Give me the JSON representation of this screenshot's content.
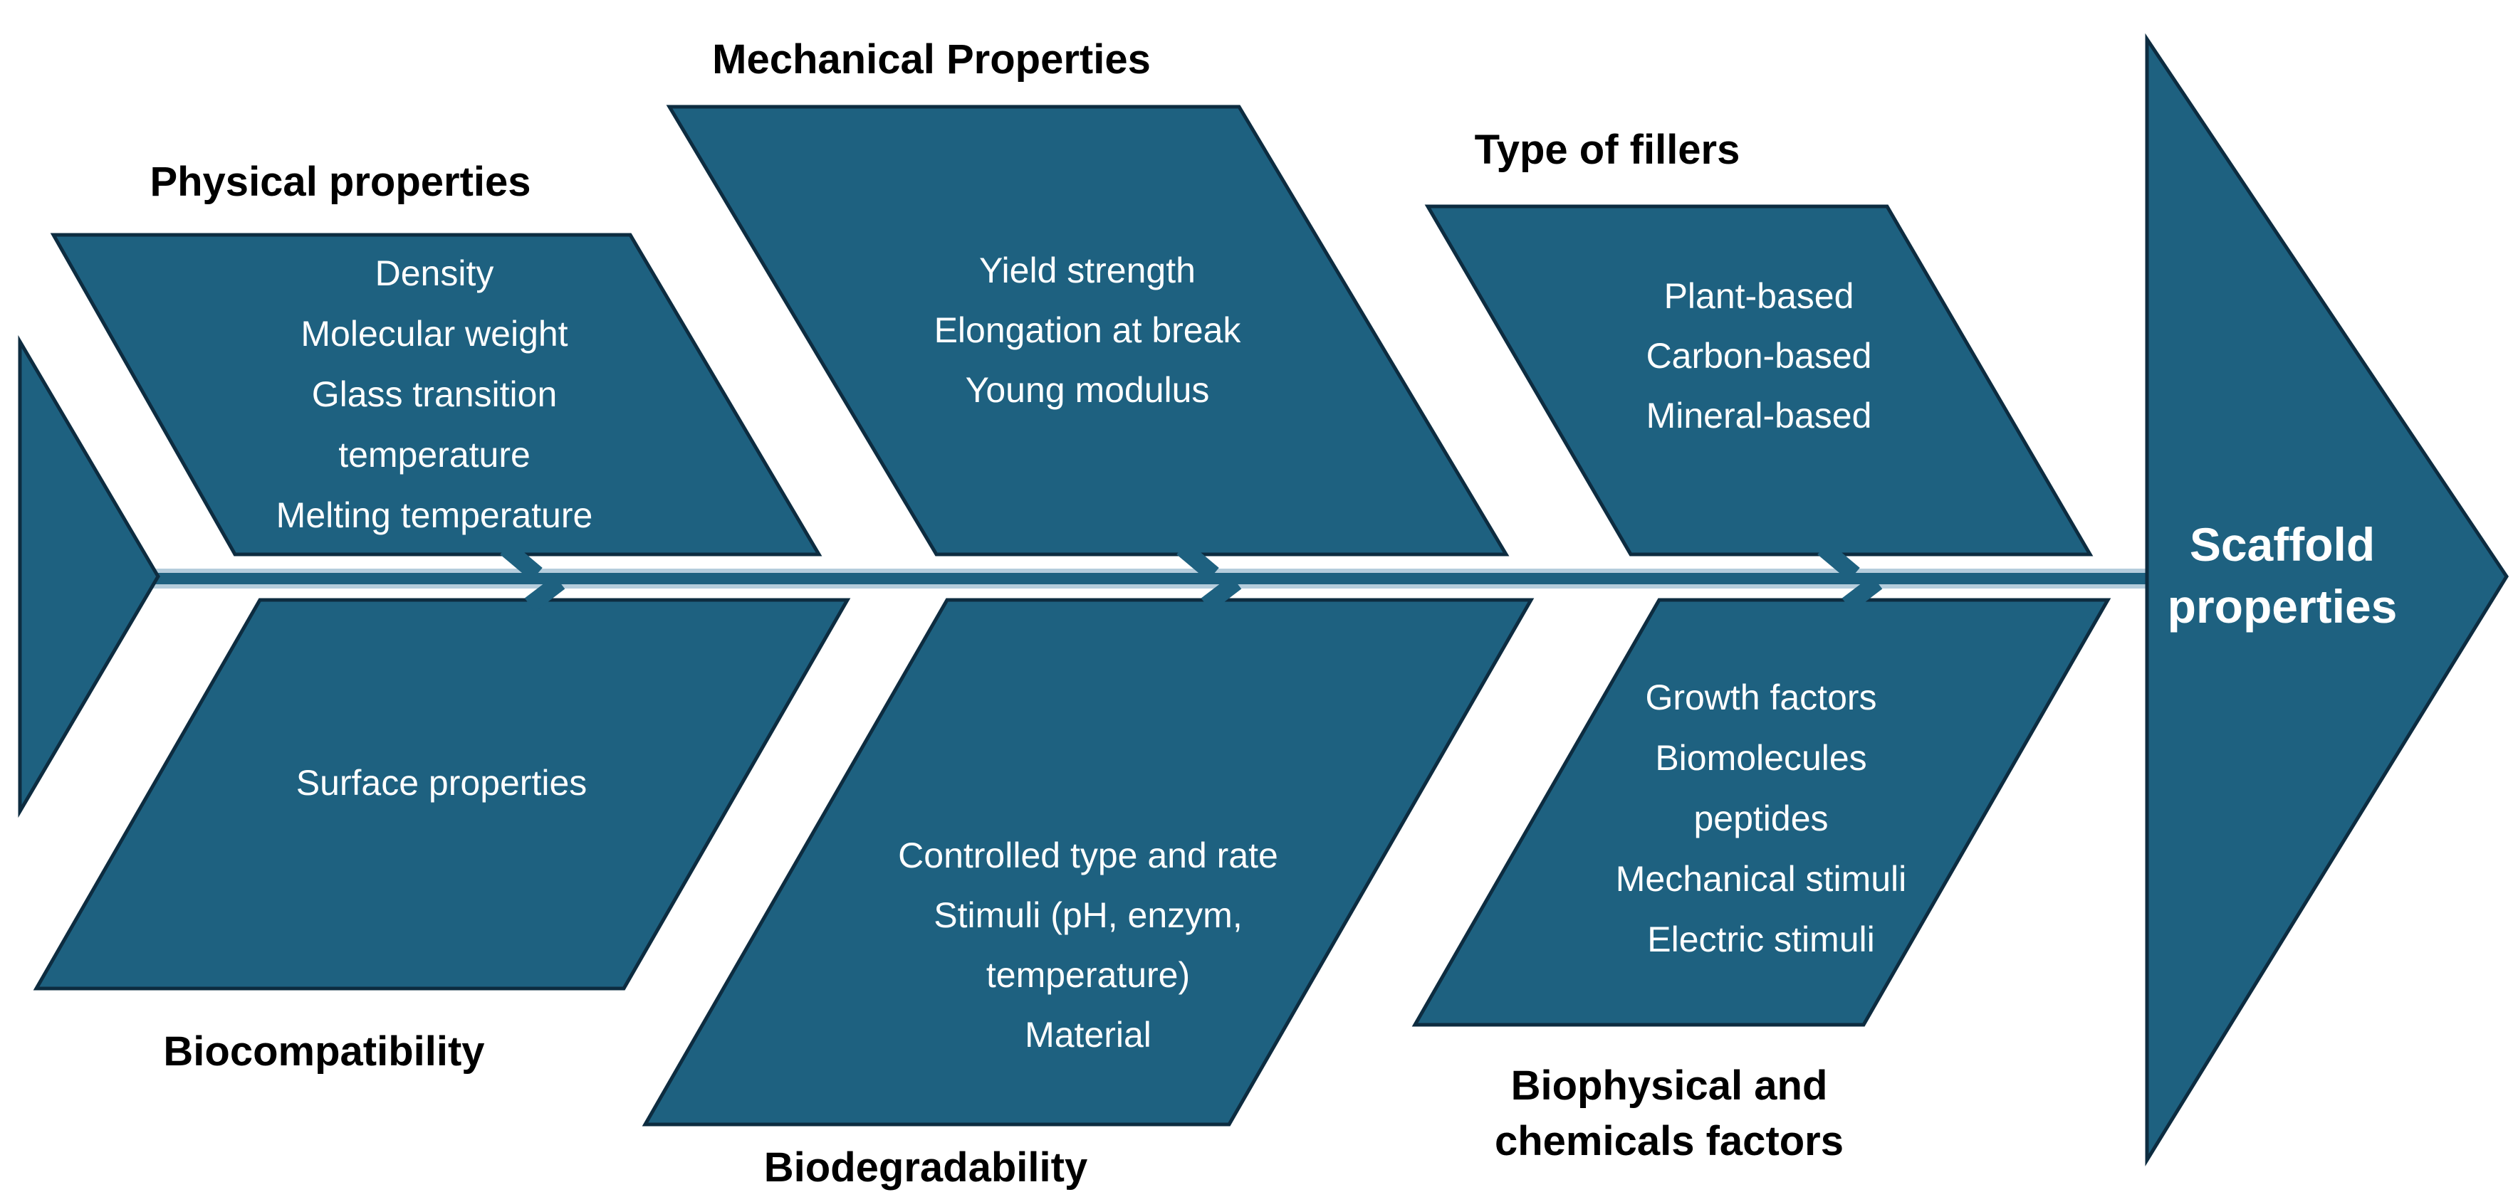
{
  "diagram": {
    "kind": "fishbone-chevron",
    "colors": {
      "shape_fill": "#1e6180",
      "shape_outline": "#0d2c40",
      "spine_highlight": "#b5cddc",
      "title_text": "#000000",
      "content_text": "#ffffff",
      "background": "#ffffff"
    },
    "head": {
      "lines": [
        "Scaffold",
        "properties"
      ]
    },
    "top": [
      {
        "title": "Physical properties",
        "lines": [
          "Density",
          "Molecular weight",
          "Glass transition",
          "temperature",
          "Melting temperature"
        ]
      },
      {
        "title": "Mechanical Properties",
        "lines": [
          "Yield strength",
          "Elongation at break",
          "Young modulus"
        ]
      },
      {
        "title": "Type of fillers",
        "lines": [
          "Plant-based",
          "Carbon-based",
          "Mineral-based"
        ]
      }
    ],
    "bottom": [
      {
        "title": "Biocompatibility",
        "lines": [
          "Surface properties"
        ]
      },
      {
        "title": "Biodegradability",
        "lines": [
          "Controlled type and rate",
          "Stimuli (pH, enzym,",
          "temperature)",
          "Material"
        ]
      },
      {
        "title_lines": [
          "Biophysical and",
          "chemicals factors"
        ],
        "lines": [
          "Growth factors",
          "Biomolecules",
          "peptides",
          "Mechanical stimuli",
          "Electric stimuli"
        ]
      }
    ]
  }
}
